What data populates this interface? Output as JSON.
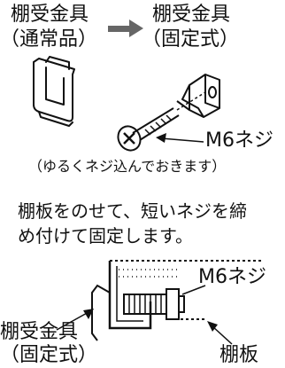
{
  "labels": {
    "standard_title": "棚受金具",
    "standard_sub": "（通常品）",
    "fixed_title": "棚受金具",
    "fixed_sub": "（固定式）",
    "screw_label": "M6ネジ",
    "screw_note": "（ゆるくネジ込んでおきます）",
    "instruction_line1": "棚板をのせて、短いネジを締",
    "instruction_line2": "め付けて固定します。",
    "diagram_screw_label": "M6ネジ",
    "diagram_bracket_title": "棚受金具",
    "diagram_bracket_sub": "（固定式）",
    "diagram_shelf_label": "棚板"
  }
}
